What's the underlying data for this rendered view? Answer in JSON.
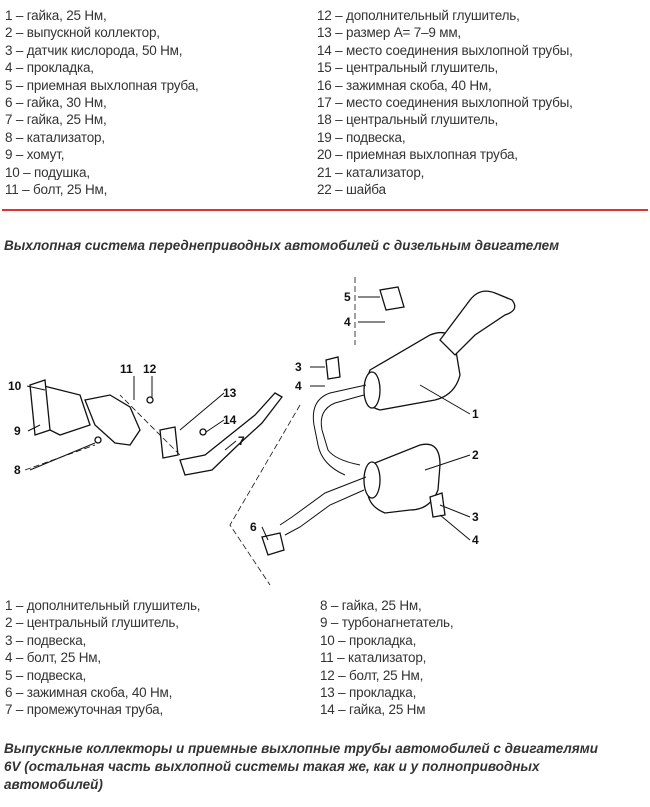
{
  "top_list": {
    "left": [
      "1 – гайка, 25 Нм,",
      "2 – выпускной коллектор,",
      "3 – датчик кислорода, 50 Нм,",
      "4 – прокладка,",
      "5 – приемная выхлопная труба,",
      "6 – гайка, 30 Нм,",
      "7 – гайка, 25 Нм,",
      "8 – катализатор,",
      "9 – хомут,",
      "10 – подушка,",
      "11 – болт, 25 Нм,"
    ],
    "right": [
      "12 – дополнительный глушитель,",
      "13 – размер А= 7–9 мм,",
      "14 – место соединения выхлопной трубы,",
      "15 – центральный глушитель,",
      "16 – зажимная скоба, 40 Нм,",
      "17 – место соединения выхлопной трубы,",
      "18 – центральный глушитель,",
      "19 – подвеска,",
      "20 – приемная выхлопная труба,",
      "21 – катализатор,",
      "22 – шайба"
    ]
  },
  "section_title": "Выхлопная система переднеприводных автомобилей с дизельным двигателем",
  "diagram_labels": [
    "5",
    "4",
    "3",
    "4",
    "1",
    "2",
    "3",
    "4",
    "6",
    "7",
    "13",
    "14",
    "11",
    "12",
    "10",
    "9",
    "8"
  ],
  "bottom_list": {
    "left": [
      "1 – дополнительный глушитель,",
      "2 – центральный глушитель,",
      "3 – подвеска,",
      "4 – болт, 25 Нм,",
      "5 – подвеска,",
      "6 – зажимная скоба, 40 Нм,",
      "7 – промежуточная труба,"
    ],
    "right": [
      "8 – гайка, 25 Нм,",
      "9 – турбонагнетатель,",
      "10 – прокладка,",
      "11 – катализатор,",
      "12 – болт, 25 Нм,",
      "13 – прокладка,",
      "14 – гайка, 25 Нм"
    ]
  },
  "caption": "Выпускные коллекторы и приемные выхлопные трубы автомобилей с двигателями 6V (остальная часть выхлопной системы такая же, как и у полноприводных автомобилей)",
  "colors": {
    "rule": "#dd3333",
    "text": "#333333"
  }
}
